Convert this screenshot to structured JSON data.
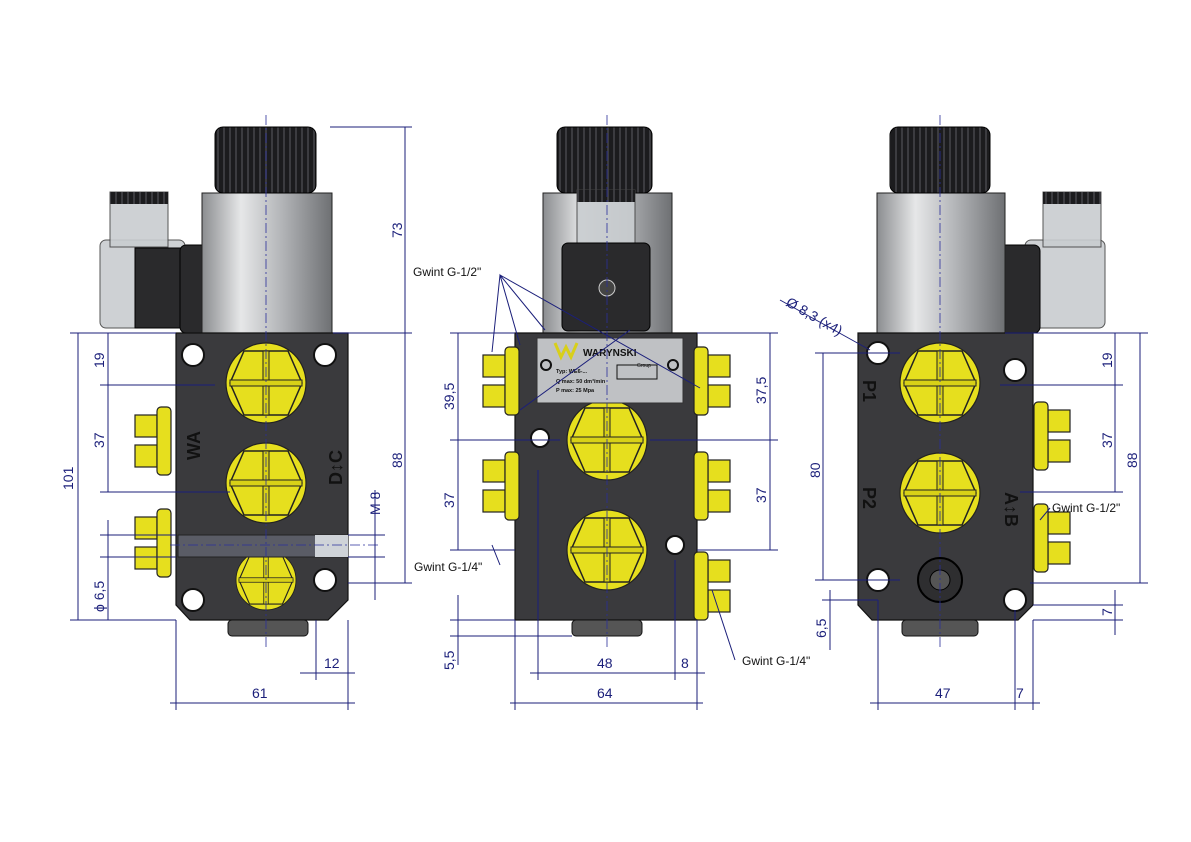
{
  "left_view": {
    "port_labels": [
      "WA",
      "D↕C"
    ],
    "dimensions": [
      "73",
      "88",
      "101",
      "19",
      "37",
      "M 8",
      "ϕ 6,5",
      "12",
      "61"
    ]
  },
  "front_view": {
    "nameplate": {
      "brand": "WARYNSKI",
      "group": "Group",
      "lines": [
        "Typ: WE6-...",
        "Q max: 50 dm³/min",
        "P max: 25 Mpa"
      ]
    },
    "dimensions": [
      "39,5",
      "37",
      "37,5",
      "37",
      "5,5",
      "48",
      "8",
      "64"
    ],
    "callouts": [
      "Gwint G-1/2\"",
      "Gwint G-1/4\"",
      "Gwint G-1/4\""
    ]
  },
  "right_view": {
    "port_labels": [
      "P1",
      "P2",
      "A↕B"
    ],
    "dimensions": [
      "Ø 8,3  (x4)",
      "80",
      "88",
      "19",
      "37",
      "7",
      "6,5",
      "47",
      "7"
    ],
    "callouts": [
      "Gwint G-1/2\""
    ]
  }
}
